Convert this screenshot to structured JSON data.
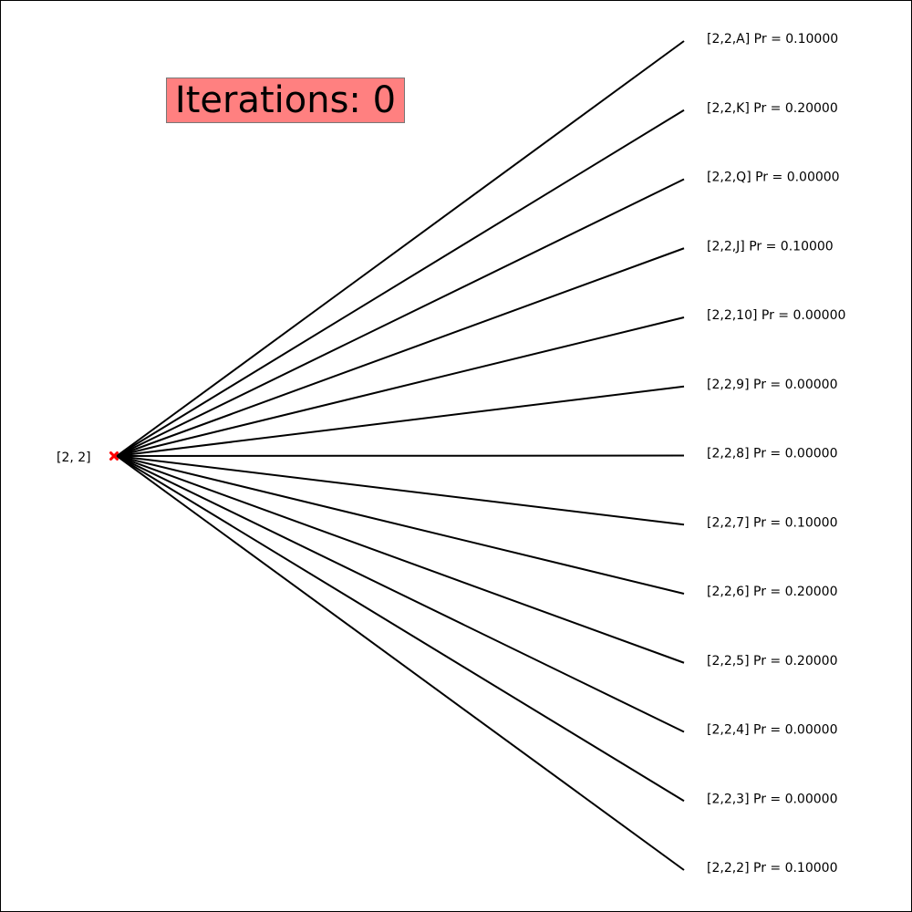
{
  "iteration_box": {
    "text": "Iterations: 0",
    "background": "#ff8080"
  },
  "root": {
    "label": "[2, 2]",
    "marker_color": "#ff0000"
  },
  "edge_color": "#000000",
  "leaves": [
    {
      "label": "[2,2,A] Pr = 0.10000"
    },
    {
      "label": "[2,2,K] Pr = 0.20000"
    },
    {
      "label": "[2,2,Q] Pr = 0.00000"
    },
    {
      "label": "[2,2,J] Pr = 0.10000"
    },
    {
      "label": "[2,2,10] Pr = 0.00000"
    },
    {
      "label": "[2,2,9] Pr = 0.00000"
    },
    {
      "label": "[2,2,8] Pr = 0.00000"
    },
    {
      "label": "[2,2,7] Pr = 0.10000"
    },
    {
      "label": "[2,2,6] Pr = 0.20000"
    },
    {
      "label": "[2,2,5] Pr = 0.20000"
    },
    {
      "label": "[2,2,4] Pr = 0.00000"
    },
    {
      "label": "[2,2,3] Pr = 0.00000"
    },
    {
      "label": "[2,2,2] Pr = 0.10000"
    }
  ]
}
